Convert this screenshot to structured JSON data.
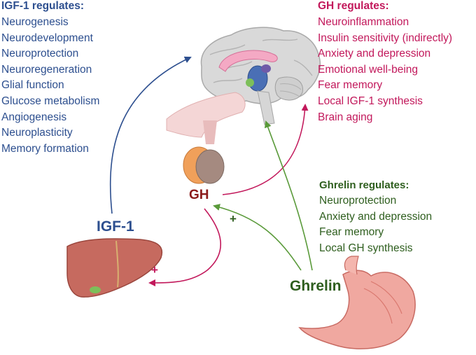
{
  "igf1_panel": {
    "heading": "IGF-1 regulates:",
    "items": [
      "Neurogenesis",
      "Neurodevelopment",
      "Neuroprotection",
      "Neuroregeneration",
      "Glial function",
      "Glucose metabolism",
      "Angiogenesis",
      "Neuroplasticity",
      "Memory formation"
    ]
  },
  "gh_panel": {
    "heading": "GH regulates:",
    "items": [
      "Neuroinflammation",
      "Insulin sensitivity (indirectly)",
      "Anxiety and depression",
      "Emotional well-being",
      "Fear memory",
      "Local IGF-1 synthesis",
      "Brain aging"
    ]
  },
  "ghrelin_panel": {
    "heading": "Ghrelin regulates:",
    "items": [
      "Neuroprotection",
      "Anxiety and depression",
      "Fear memory",
      "Local GH synthesis"
    ]
  },
  "nodes": {
    "igf1": "IGF-1",
    "gh": "GH",
    "ghrelin": "Ghrelin"
  },
  "signs": {
    "ghrelin_to_gh": "+",
    "gh_to_liver": "+"
  },
  "colors": {
    "igf1": "#2d4f8f",
    "gh": "#c2185b",
    "gh_node": "#8b1a1a",
    "ghrelin": "#2e5e1e",
    "ghrelin_arrow": "#5a9a3a"
  }
}
